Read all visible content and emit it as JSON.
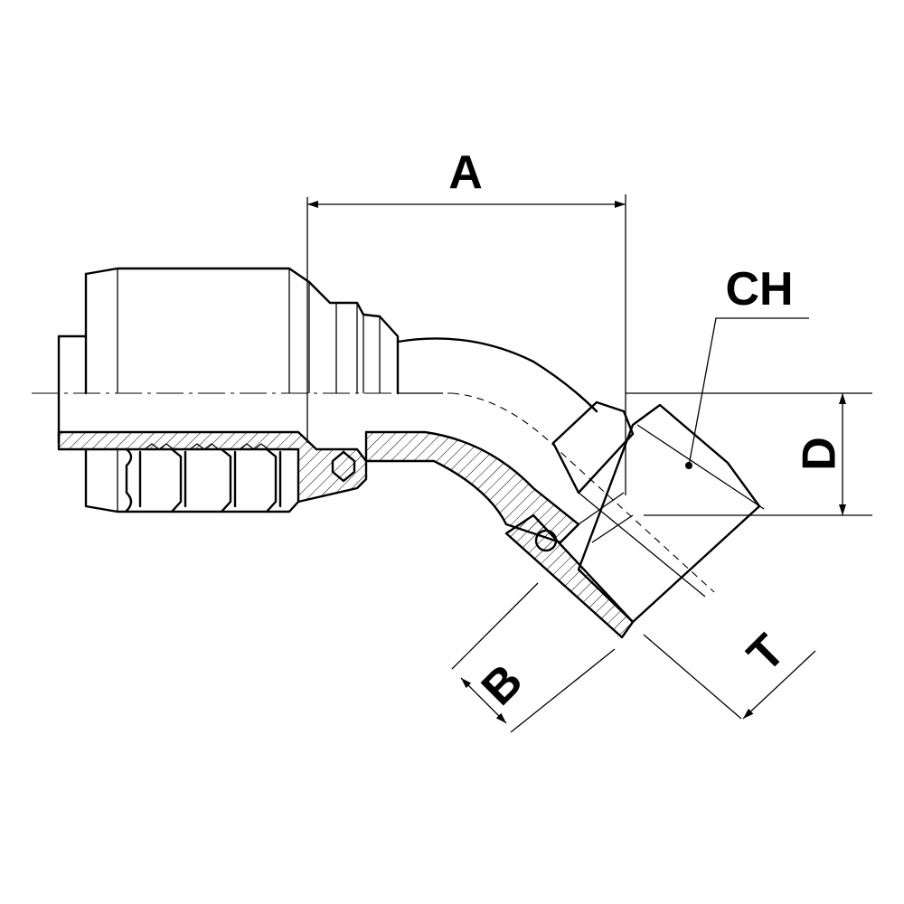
{
  "labels": {
    "dim_a": "A",
    "dim_ch": "CH",
    "dim_d": "D",
    "dim_b": "B",
    "dim_t": "T"
  }
}
